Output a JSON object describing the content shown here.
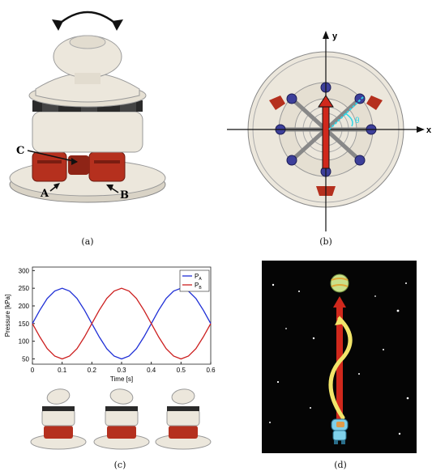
{
  "panels": {
    "a": {
      "caption": "(a)",
      "labels": {
        "c": "C",
        "a": "A",
        "b": "B"
      }
    },
    "b": {
      "caption": "(b)",
      "axes": {
        "x": "x",
        "y": "y"
      },
      "angle_label": "θ"
    },
    "c": {
      "caption": "(c)"
    },
    "d": {
      "caption": "(d)"
    }
  },
  "colors": {
    "red": "#b5301e",
    "blue": "#1f2fd6",
    "cream": "#ece7dc",
    "space": "#050505",
    "yellow": "#f2e56a"
  },
  "chart_data": {
    "type": "line",
    "x": [
      0,
      0.025,
      0.05,
      0.075,
      0.1,
      0.125,
      0.15,
      0.175,
      0.2,
      0.225,
      0.25,
      0.275,
      0.3,
      0.325,
      0.35,
      0.375,
      0.4,
      0.425,
      0.45,
      0.475,
      0.5,
      0.525,
      0.55,
      0.575,
      0.6
    ],
    "series": [
      {
        "name": "P_A",
        "name_main": "P",
        "name_sub": "A",
        "color": "#1f2fd6",
        "values": [
          150,
          188,
          221,
          242,
          250,
          242,
          221,
          188,
          150,
          112,
          79,
          58,
          50,
          58,
          79,
          112,
          150,
          188,
          221,
          242,
          250,
          242,
          221,
          188,
          150
        ]
      },
      {
        "name": "P_B",
        "name_main": "P",
        "name_sub": "B",
        "color": "#cc1f1f",
        "values": [
          150,
          112,
          79,
          58,
          50,
          58,
          79,
          112,
          150,
          188,
          221,
          242,
          250,
          242,
          221,
          188,
          150,
          112,
          79,
          58,
          50,
          58,
          79,
          112,
          150
        ]
      }
    ],
    "xlabel": "Time [s]",
    "ylabel": "Pressure [kPa]",
    "xlim": [
      0,
      0.6
    ],
    "ylim": [
      35,
      310
    ],
    "xticks": [
      "0",
      "0.1",
      "0.2",
      "0.3",
      "0.4",
      "0.5",
      "0.6"
    ],
    "yticks": [
      "50",
      "100",
      "150",
      "200",
      "250",
      "300"
    ],
    "legend_position": "top-right",
    "grid": false
  }
}
